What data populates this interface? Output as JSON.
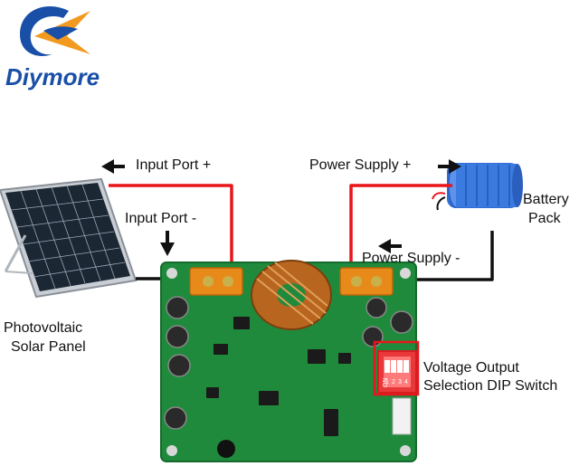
{
  "brand": {
    "name": "Diymore",
    "logo_icon": "diymore-logo-icon",
    "colors": {
      "blue": "#1a4fa8",
      "orange": "#f29a1f"
    }
  },
  "labels": {
    "input_port_plus": "Input Port +",
    "input_port_minus": "Input Port -",
    "power_supply_plus": "Power Supply +",
    "power_supply_minus": "Power Supply -",
    "battery_line1": "Battery",
    "battery_line2": "Pack",
    "solar_line1": "Photovoltaic",
    "solar_line2": "Solar Panel",
    "dip_line1": "Voltage Output",
    "dip_line2": "Selection DIP Switch"
  },
  "dip_switch_numbers": [
    "1",
    "2",
    "3",
    "4"
  ],
  "dip_switch_on_label": "ON",
  "wire_colors": {
    "positive": "#e8151b",
    "negative": "#111111"
  }
}
